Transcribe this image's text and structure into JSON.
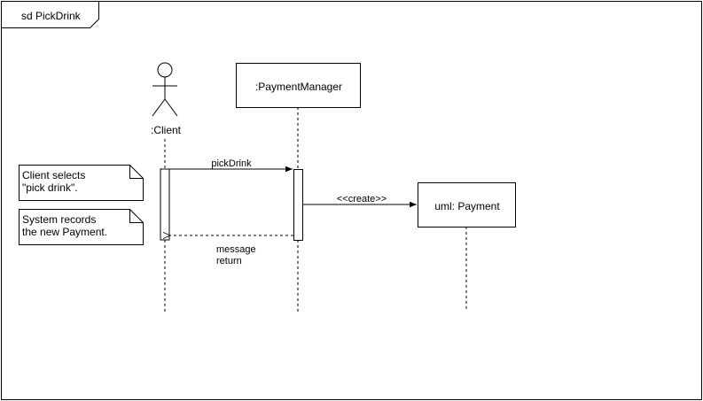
{
  "frame": {
    "label": "sd PickDrink"
  },
  "lifelines": {
    "client": {
      "label": ":Client"
    },
    "payment_manager": {
      "label": ":PaymentManager"
    },
    "payment": {
      "label": "uml: Payment"
    }
  },
  "messages": {
    "pick_drink": {
      "label": "pickDrink"
    },
    "create": {
      "label": "<<create>>"
    },
    "return": {
      "line1": "message",
      "line2": "return"
    }
  },
  "notes": {
    "client_selects": {
      "line1": "Client selects",
      "line2": "\"pick drink\"."
    },
    "system_records": {
      "line1": "System records",
      "line2": "the new Payment."
    }
  }
}
